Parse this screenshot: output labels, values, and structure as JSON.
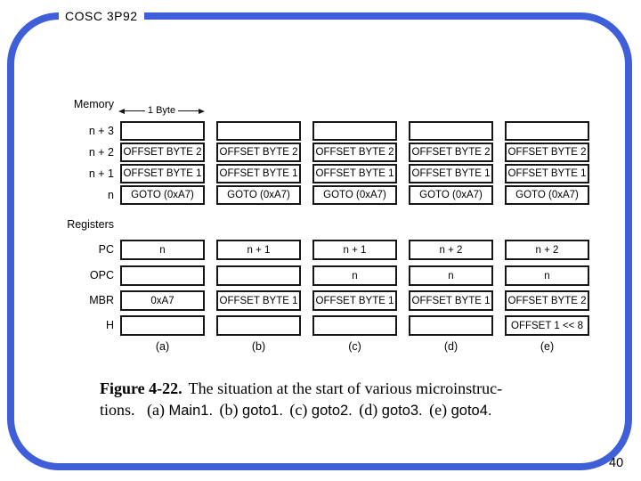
{
  "slide": {
    "title": "COSC 3P92",
    "page_number": "40"
  },
  "colors": {
    "frame_blue": "#3e5fd7",
    "line_black": "#161616"
  },
  "diagram": {
    "memory_label": "Memory",
    "byte_width_label": "1 Byte",
    "registers_label": "Registers",
    "memory_row_labels": [
      "n + 3",
      "n + 2",
      "n + 1",
      "n"
    ],
    "register_row_labels": [
      "PC",
      "OPC",
      "MBR",
      "H"
    ],
    "column_labels": [
      "(a)",
      "(b)",
      "(c)",
      "(d)",
      "(e)"
    ],
    "memory_columns": [
      [
        "",
        "OFFSET BYTE 2",
        "OFFSET BYTE 1",
        "GOTO (0xA7)"
      ],
      [
        "",
        "OFFSET BYTE 2",
        "OFFSET BYTE 1",
        "GOTO (0xA7)"
      ],
      [
        "",
        "OFFSET BYTE 2",
        "OFFSET BYTE 1",
        "GOTO (0xA7)"
      ],
      [
        "",
        "OFFSET BYTE 2",
        "OFFSET BYTE 1",
        "GOTO (0xA7)"
      ],
      [
        "",
        "OFFSET BYTE 2",
        "OFFSET BYTE 1",
        "GOTO (0xA7)"
      ]
    ],
    "register_columns": [
      [
        "n",
        "",
        "0xA7",
        ""
      ],
      [
        "n + 1",
        "",
        "OFFSET BYTE 1",
        ""
      ],
      [
        "n + 1",
        "n",
        "OFFSET BYTE 1",
        ""
      ],
      [
        "n + 2",
        "n",
        "OFFSET BYTE 1",
        ""
      ],
      [
        "n + 2",
        "n",
        "OFFSET BYTE 2",
        "OFFSET 1 << 8"
      ]
    ]
  },
  "caption": {
    "figure_label": "Figure 4-22.",
    "text_line1": "The situation at the start of various microinstruc-",
    "text_line2_lead": "tions.",
    "items": [
      {
        "marker": "(a)",
        "name": "Main1."
      },
      {
        "marker": "(b)",
        "name": "goto1."
      },
      {
        "marker": "(c)",
        "name": "goto2."
      },
      {
        "marker": "(d)",
        "name": "goto3."
      },
      {
        "marker": "(e)",
        "name": "goto4."
      }
    ]
  }
}
